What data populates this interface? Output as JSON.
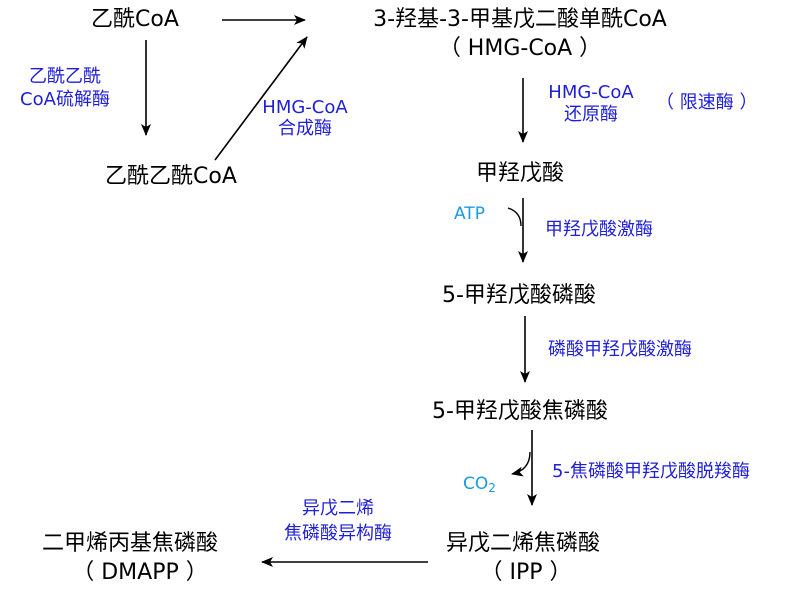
{
  "molecules": {
    "acetyl_coa": "乙酰CoA",
    "acetoacetyl_coa": "乙酰乙酰CoA",
    "hmg_coa_name": "3-羟基-3-甲基戊二酸单酰CoA",
    "hmg_coa_abbr": "（ HMG-CoA ）",
    "mevalonate": "甲羟戊酸",
    "mevalonate_5p": "5-甲羟戊酸磷酸",
    "mevalonate_5pp": "5-甲羟戊酸焦磷酸",
    "ipp_name": "异戊二烯焦磷酸",
    "ipp_abbr": "（ IPP ）",
    "dmapp_name": "二甲烯丙基焦磷酸",
    "dmapp_abbr": "（ DMAPP ）"
  },
  "enzymes": {
    "thiolase_line1": "乙酰乙酰",
    "thiolase_line2": "CoA硫解酶",
    "hmgcs_line1": "HMG-CoA",
    "hmgcs_line2": "合成酶",
    "hmgcr_line1": "HMG-CoA",
    "hmgcr_line2": "还原酶",
    "hmgcr_note": "（ 限速酶 ）",
    "mvk": "甲羟戊酸激酶",
    "pmk": "磷酸甲羟戊酸激酶",
    "mdd": "5-焦磷酸甲羟戊酸脱羧酶",
    "idi_line1": "异戊二烯",
    "idi_line2": "焦磷酸异构酶"
  },
  "cofactors": {
    "atp": "ATP",
    "co2_base": "CO",
    "co2_sub": "2"
  },
  "colors": {
    "molecule": "#000000",
    "enzyme": "#1f1fd6",
    "cofactor": "#1a9be0"
  }
}
